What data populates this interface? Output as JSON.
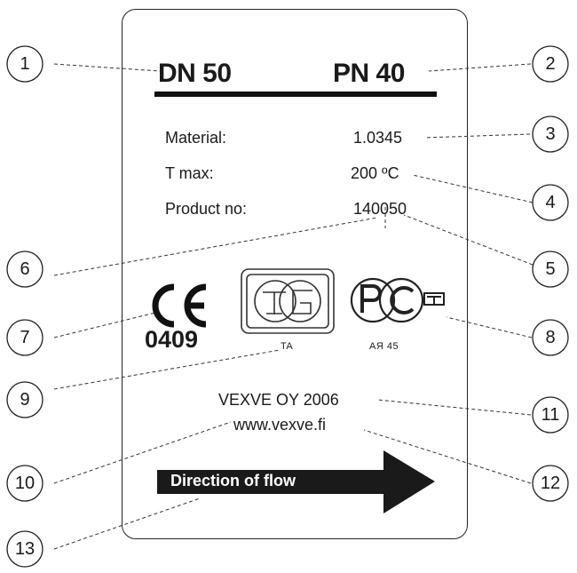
{
  "plate": {
    "nominal_diameter": "DN 50",
    "nominal_pressure": "PN 40",
    "material_label": "Material:",
    "material_value": "1.0345",
    "tmax_label": "T max:",
    "tmax_value": "200 ºC",
    "product_label": "Product no:",
    "product_value": "140050",
    "ce_number": "0409",
    "gost_mark_caption": "TA",
    "rostest_caption": "АЯ 45",
    "manufacturer": "VEXVE OY 2006",
    "website": "www.vexve.fi",
    "flow_label": "Direction of flow"
  },
  "callouts": [
    "1",
    "2",
    "3",
    "4",
    "5",
    "6",
    "7",
    "8",
    "9",
    "10",
    "11",
    "12",
    "13"
  ],
  "colors": {
    "ink": "#1a1a1a",
    "rule": "#111111",
    "arrow": "#1a1a1a"
  },
  "icons": [
    "ce-mark-icon",
    "gost-tg-mark-icon",
    "rostest-pct-mark-icon",
    "flow-arrow-icon"
  ]
}
